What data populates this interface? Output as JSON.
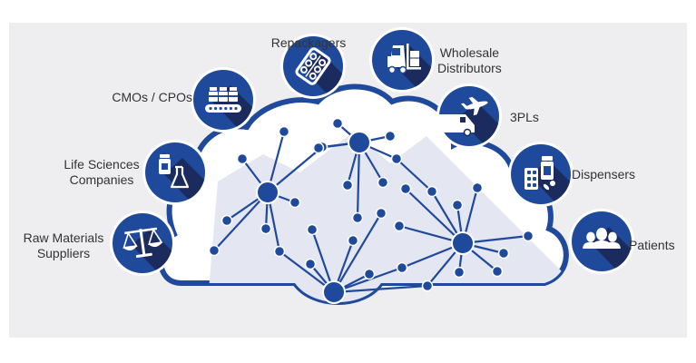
{
  "diagram": {
    "title": "Pharmaceutical supply chain cloud network",
    "colors": {
      "primary_blue": "#1f4a9c",
      "dark_navy": "#1c2b5e",
      "cloud_fill": "#ffffff",
      "cloud_shade": "#e4e6f2",
      "panel_bg": "#eeeef0",
      "label_text": "#333333"
    },
    "stakeholders": [
      {
        "id": "cmos-cpos",
        "label_lines": [
          "CMOs / CPOs"
        ],
        "icon": "conveyor-bottles-icon"
      },
      {
        "id": "repackagers",
        "label_lines": [
          "Repackagers"
        ],
        "icon": "blister-pack-icon"
      },
      {
        "id": "wholesale-distributors",
        "label_lines": [
          "Wholesale",
          "Distributors"
        ],
        "icon": "forklift-icon"
      },
      {
        "id": "3pls",
        "label_lines": [
          "3PLs"
        ],
        "icon": "plane-truck-icon"
      },
      {
        "id": "dispensers",
        "label_lines": [
          "Dispensers"
        ],
        "icon": "pills-bottle-icon"
      },
      {
        "id": "patients",
        "label_lines": [
          "Patients"
        ],
        "icon": "people-icon"
      },
      {
        "id": "life-sciences-companies",
        "label_lines": [
          "Life Sciences",
          "Companies"
        ],
        "icon": "bottle-flask-icon"
      },
      {
        "id": "raw-materials-suppliers",
        "label_lines": [
          "Raw Materials",
          "Suppliers"
        ],
        "icon": "scales-icon"
      }
    ],
    "network": {
      "hubs": 4,
      "description": "Interconnected nodes inside cloud"
    }
  }
}
